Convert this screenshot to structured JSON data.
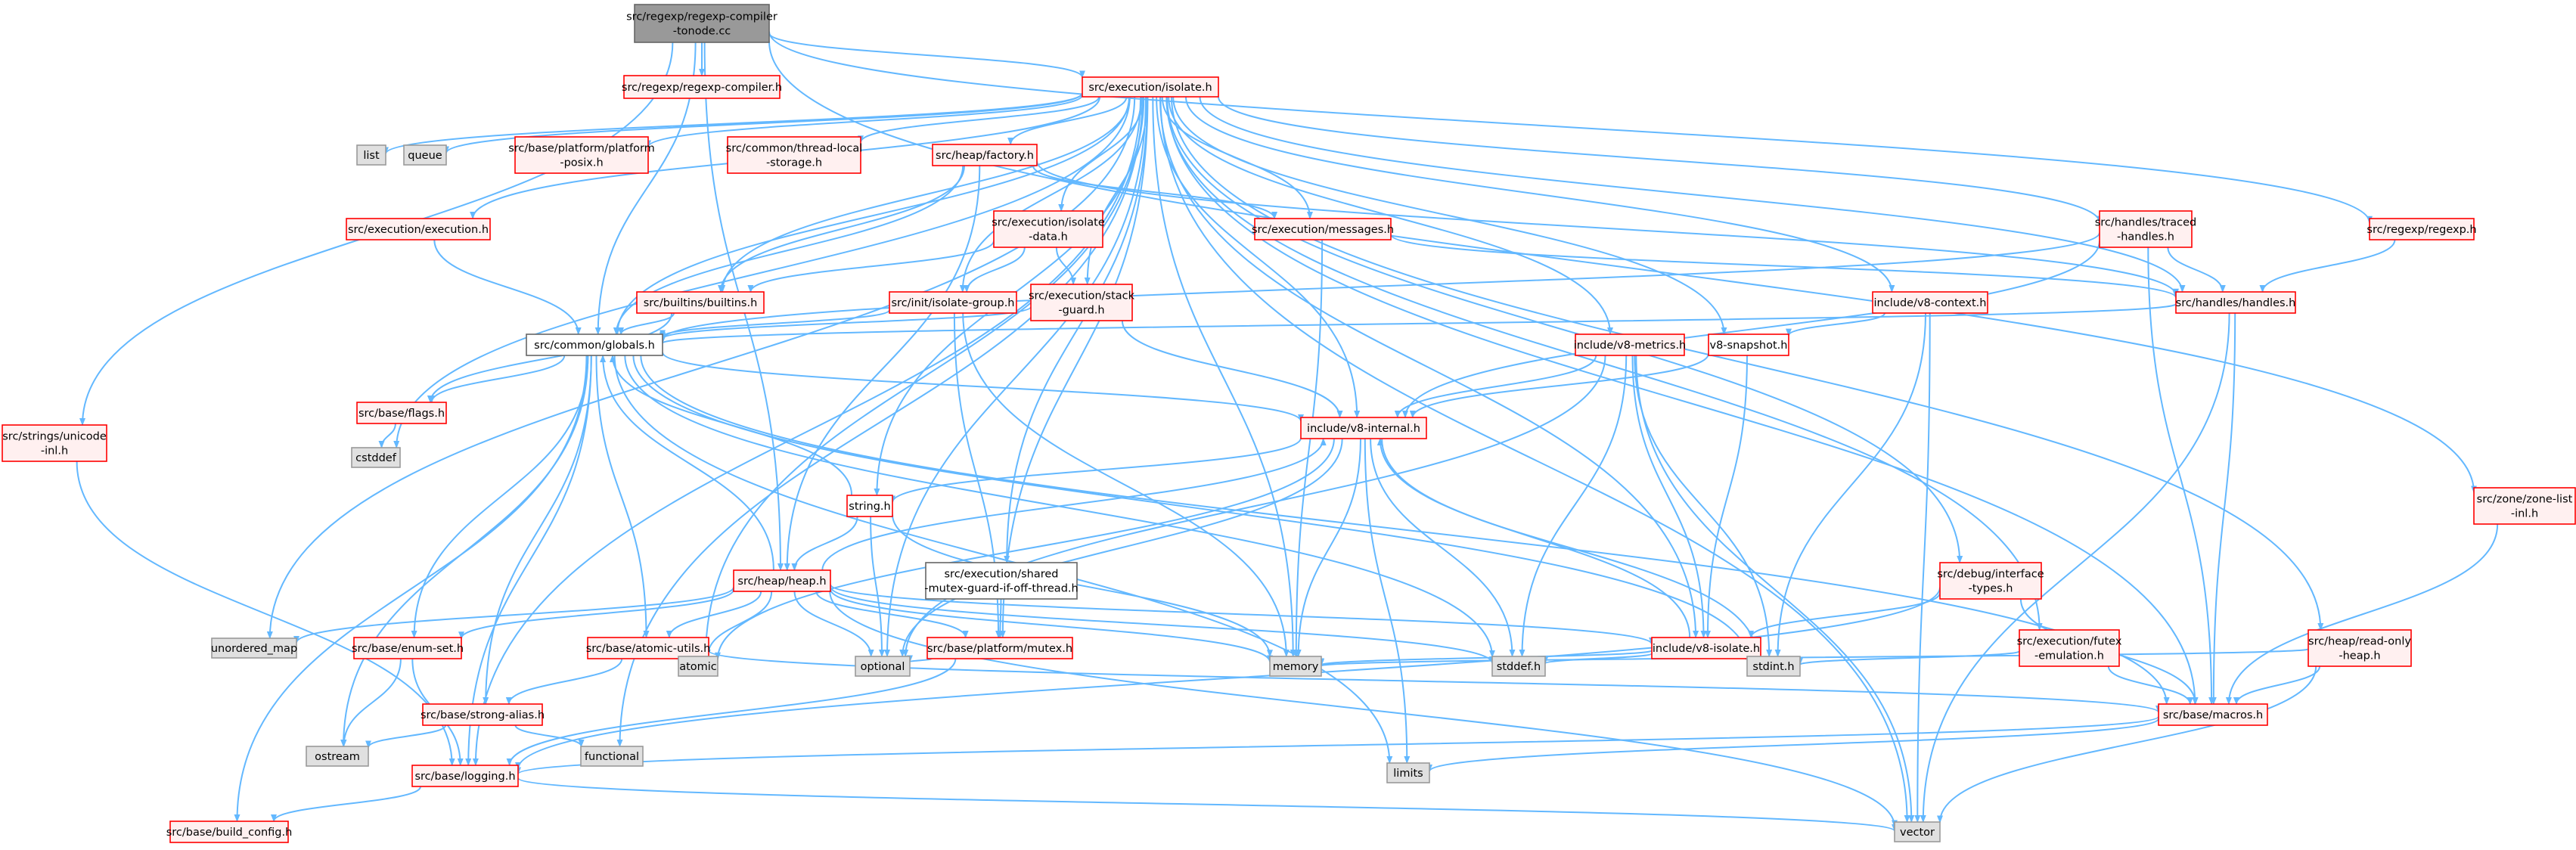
{
  "palette": {
    "edge": "#63b8ff",
    "root_fill": "#999999",
    "root_border": "#666666",
    "file_fill": "#fff0f0",
    "file_border": "#ff0000",
    "file_white_fill": "#ffffff",
    "file_white_border": "#ff0000",
    "plain_fill": "#ffffff",
    "plain_border": "#666666",
    "system_fill": "#e0e0e0",
    "system_border": "#999999"
  },
  "nodes": [
    {
      "id": "root",
      "kind": "root",
      "lines": [
        "src/regexp/regexp-compiler",
        "-tonode.cc"
      ]
    },
    {
      "id": "regexp_compiler_h",
      "kind": "file",
      "lines": [
        "src/regexp/regexp-compiler.h"
      ]
    },
    {
      "id": "isolate_h",
      "kind": "file",
      "lines": [
        "src/execution/isolate.h"
      ]
    },
    {
      "id": "strings_unicode",
      "kind": "file",
      "lines": [
        "src/strings/unicode",
        "-inl.h"
      ]
    },
    {
      "id": "list",
      "kind": "system",
      "lines": [
        "list"
      ]
    },
    {
      "id": "queue",
      "kind": "system",
      "lines": [
        "queue"
      ]
    },
    {
      "id": "platform_posix",
      "kind": "file",
      "lines": [
        "src/base/platform/platform",
        "-posix.h"
      ]
    },
    {
      "id": "thread_local",
      "kind": "file",
      "lines": [
        "src/common/thread-local",
        "-storage.h"
      ]
    },
    {
      "id": "heap_factory",
      "kind": "file",
      "lines": [
        "src/heap/factory.h"
      ]
    },
    {
      "id": "execution_h",
      "kind": "file",
      "lines": [
        "src/execution/execution.h"
      ]
    },
    {
      "id": "isolate_data",
      "kind": "file",
      "lines": [
        "src/execution/isolate",
        "-data.h"
      ]
    },
    {
      "id": "messages_h",
      "kind": "file",
      "lines": [
        "src/execution/messages.h"
      ]
    },
    {
      "id": "handles_traced",
      "kind": "file",
      "lines": [
        "src/handles/traced",
        "-handles.h"
      ]
    },
    {
      "id": "regexp_h",
      "kind": "file",
      "lines": [
        "src/regexp/regexp.h"
      ]
    },
    {
      "id": "builtins_h",
      "kind": "file",
      "lines": [
        "src/builtins/builtins.h"
      ]
    },
    {
      "id": "isolate_group",
      "kind": "file",
      "lines": [
        "src/init/isolate-group.h"
      ]
    },
    {
      "id": "stack_guard",
      "kind": "file",
      "lines": [
        "src/execution/stack",
        "-guard.h"
      ]
    },
    {
      "id": "v8_context",
      "kind": "file",
      "lines": [
        "include/v8-context.h"
      ]
    },
    {
      "id": "handles_h",
      "kind": "file",
      "lines": [
        "src/handles/handles.h"
      ]
    },
    {
      "id": "globals_h",
      "kind": "plain",
      "lines": [
        "src/common/globals.h"
      ]
    },
    {
      "id": "v8_metrics",
      "kind": "file",
      "lines": [
        "include/v8-metrics.h"
      ]
    },
    {
      "id": "v8_snapshot",
      "kind": "file_white",
      "lines": [
        "v8-snapshot.h"
      ]
    },
    {
      "id": "base_flags",
      "kind": "file",
      "lines": [
        "src/base/flags.h"
      ]
    },
    {
      "id": "v8_internal",
      "kind": "file",
      "lines": [
        "include/v8-internal.h"
      ]
    },
    {
      "id": "cstddef",
      "kind": "system",
      "lines": [
        "cstddef"
      ]
    },
    {
      "id": "string_h",
      "kind": "file_white",
      "lines": [
        "string.h"
      ]
    },
    {
      "id": "zone_list",
      "kind": "file",
      "lines": [
        "src/zone/zone-list",
        "-inl.h"
      ]
    },
    {
      "id": "debug_interface",
      "kind": "file",
      "lines": [
        "src/debug/interface",
        "-types.h"
      ]
    },
    {
      "id": "shared_mutex",
      "kind": "plain",
      "lines": [
        "src/execution/shared",
        "-mutex-guard-if-off-thread.h"
      ]
    },
    {
      "id": "heap_h",
      "kind": "file",
      "lines": [
        "src/heap/heap.h"
      ]
    },
    {
      "id": "unordered_map",
      "kind": "system",
      "lines": [
        "unordered_map"
      ]
    },
    {
      "id": "enum_set",
      "kind": "file",
      "lines": [
        "src/base/enum-set.h"
      ]
    },
    {
      "id": "atomic_utils",
      "kind": "file",
      "lines": [
        "src/base/atomic-utils.h"
      ]
    },
    {
      "id": "platform_mutex",
      "kind": "file",
      "lines": [
        "src/base/platform/mutex.h"
      ]
    },
    {
      "id": "v8_isolate",
      "kind": "file",
      "lines": [
        "include/v8-isolate.h"
      ]
    },
    {
      "id": "futex_emulation",
      "kind": "file",
      "lines": [
        "src/execution/futex",
        "-emulation.h"
      ]
    },
    {
      "id": "read_only_heap",
      "kind": "file",
      "lines": [
        "src/heap/read-only",
        "-heap.h"
      ]
    },
    {
      "id": "atomic",
      "kind": "system",
      "lines": [
        "atomic"
      ]
    },
    {
      "id": "optional",
      "kind": "system",
      "lines": [
        "optional"
      ]
    },
    {
      "id": "memory",
      "kind": "system",
      "lines": [
        "memory"
      ]
    },
    {
      "id": "stddef_h",
      "kind": "system",
      "lines": [
        "stddef.h"
      ]
    },
    {
      "id": "stdint_h",
      "kind": "system",
      "lines": [
        "stdint.h"
      ]
    },
    {
      "id": "base_macros",
      "kind": "file",
      "lines": [
        "src/base/macros.h"
      ]
    },
    {
      "id": "strong_alias",
      "kind": "file",
      "lines": [
        "src/base/strong-alias.h"
      ]
    },
    {
      "id": "ostream",
      "kind": "system",
      "lines": [
        "ostream"
      ]
    },
    {
      "id": "functional",
      "kind": "system",
      "lines": [
        "functional"
      ]
    },
    {
      "id": "limits",
      "kind": "system",
      "lines": [
        "limits"
      ]
    },
    {
      "id": "base_logging",
      "kind": "file",
      "lines": [
        "src/base/logging.h"
      ]
    },
    {
      "id": "build_config",
      "kind": "file",
      "lines": [
        "src/base/build_config.h"
      ]
    },
    {
      "id": "vector",
      "kind": "system",
      "lines": [
        "vector"
      ]
    }
  ],
  "edges": [
    [
      "root",
      "regexp_compiler_h"
    ],
    [
      "root",
      "isolate_h"
    ],
    [
      "root",
      "strings_unicode"
    ],
    [
      "root",
      "globals_h"
    ],
    [
      "root",
      "heap_h"
    ],
    [
      "root",
      "regexp_h"
    ],
    [
      "root",
      "zone_list"
    ],
    [
      "isolate_h",
      "list"
    ],
    [
      "isolate_h",
      "queue"
    ],
    [
      "isolate_h",
      "platform_posix"
    ],
    [
      "isolate_h",
      "thread_local"
    ],
    [
      "isolate_h",
      "heap_factory"
    ],
    [
      "isolate_h",
      "execution_h"
    ],
    [
      "isolate_h",
      "isolate_data"
    ],
    [
      "isolate_h",
      "messages_h"
    ],
    [
      "isolate_h",
      "handles_traced"
    ],
    [
      "isolate_h",
      "builtins_h"
    ],
    [
      "isolate_h",
      "isolate_group"
    ],
    [
      "isolate_h",
      "stack_guard"
    ],
    [
      "isolate_h",
      "v8_context"
    ],
    [
      "isolate_h",
      "handles_h"
    ],
    [
      "isolate_h",
      "globals_h"
    ],
    [
      "isolate_h",
      "v8_metrics"
    ],
    [
      "isolate_h",
      "v8_snapshot"
    ],
    [
      "isolate_h",
      "v8_internal"
    ],
    [
      "isolate_h",
      "cstddef"
    ],
    [
      "isolate_h",
      "unordered_map"
    ],
    [
      "isolate_h",
      "shared_mutex"
    ],
    [
      "isolate_h",
      "debug_interface"
    ],
    [
      "isolate_h",
      "futex_emulation"
    ],
    [
      "isolate_h",
      "read_only_heap"
    ],
    [
      "isolate_h",
      "v8_isolate"
    ],
    [
      "isolate_h",
      "atomic"
    ],
    [
      "isolate_h",
      "memory"
    ],
    [
      "isolate_h",
      "vector"
    ],
    [
      "isolate_h",
      "base_macros"
    ],
    [
      "isolate_h",
      "base_logging"
    ],
    [
      "isolate_h",
      "platform_mutex"
    ],
    [
      "isolate_h",
      "optional"
    ],
    [
      "isolate_h",
      "string_h"
    ],
    [
      "isolate_h",
      "functional"
    ],
    [
      "strings_unicode",
      "base_logging"
    ],
    [
      "heap_factory",
      "builtins_h"
    ],
    [
      "heap_factory",
      "globals_h"
    ],
    [
      "heap_factory",
      "heap_h"
    ],
    [
      "heap_factory",
      "messages_h"
    ],
    [
      "heap_factory",
      "handles_h"
    ],
    [
      "execution_h",
      "globals_h"
    ],
    [
      "isolate_data",
      "builtins_h"
    ],
    [
      "isolate_data",
      "isolate_group"
    ],
    [
      "isolate_data",
      "stack_guard"
    ],
    [
      "messages_h",
      "handles_h"
    ],
    [
      "messages_h",
      "memory"
    ],
    [
      "handles_traced",
      "globals_h"
    ],
    [
      "handles_traced",
      "handles_h"
    ],
    [
      "handles_traced",
      "v8_internal"
    ],
    [
      "handles_traced",
      "base_macros"
    ],
    [
      "regexp_h",
      "handles_h"
    ],
    [
      "builtins_h",
      "globals_h"
    ],
    [
      "builtins_h",
      "base_flags"
    ],
    [
      "isolate_group",
      "globals_h"
    ],
    [
      "isolate_group",
      "platform_mutex"
    ],
    [
      "isolate_group",
      "memory"
    ],
    [
      "stack_guard",
      "globals_h"
    ],
    [
      "stack_guard",
      "v8_internal"
    ],
    [
      "v8_context",
      "v8_snapshot"
    ],
    [
      "v8_context",
      "stdint_h"
    ],
    [
      "v8_context",
      "vector"
    ],
    [
      "handles_h",
      "globals_h"
    ],
    [
      "handles_h",
      "base_macros"
    ],
    [
      "handles_h",
      "vector"
    ],
    [
      "globals_h",
      "base_flags"
    ],
    [
      "globals_h",
      "v8_internal"
    ],
    [
      "globals_h",
      "atomic_utils"
    ],
    [
      "globals_h",
      "enum_set"
    ],
    [
      "globals_h",
      "strong_alias"
    ],
    [
      "globals_h",
      "base_logging"
    ],
    [
      "globals_h",
      "base_macros"
    ],
    [
      "globals_h",
      "ostream"
    ],
    [
      "globals_h",
      "limits"
    ],
    [
      "globals_h",
      "stddef_h"
    ],
    [
      "globals_h",
      "stdint_h"
    ],
    [
      "globals_h",
      "build_config"
    ],
    [
      "v8_metrics",
      "v8_internal"
    ],
    [
      "v8_metrics",
      "v8_isolate"
    ],
    [
      "v8_metrics",
      "stddef_h"
    ],
    [
      "v8_metrics",
      "stdint_h"
    ],
    [
      "v8_metrics",
      "vector"
    ],
    [
      "v8_metrics",
      "optional"
    ],
    [
      "v8_snapshot",
      "v8_internal"
    ],
    [
      "v8_snapshot",
      "v8_isolate"
    ],
    [
      "base_flags",
      "cstddef"
    ],
    [
      "v8_internal",
      "string_h"
    ],
    [
      "v8_internal",
      "atomic"
    ],
    [
      "v8_internal",
      "optional"
    ],
    [
      "v8_internal",
      "memory"
    ],
    [
      "v8_internal",
      "stddef_h"
    ],
    [
      "v8_internal",
      "stdint_h"
    ],
    [
      "v8_internal",
      "limits"
    ],
    [
      "string_h",
      "globals_h"
    ],
    [
      "string_h",
      "heap_h"
    ],
    [
      "string_h",
      "optional"
    ],
    [
      "string_h",
      "memory"
    ],
    [
      "zone_list",
      "base_macros"
    ],
    [
      "debug_interface",
      "v8_isolate"
    ],
    [
      "debug_interface",
      "base_macros"
    ],
    [
      "debug_interface",
      "base_logging"
    ],
    [
      "shared_mutex",
      "platform_mutex"
    ],
    [
      "heap_h",
      "globals_h"
    ],
    [
      "heap_h",
      "v8_internal"
    ],
    [
      "heap_h",
      "unordered_map"
    ],
    [
      "heap_h",
      "enum_set"
    ],
    [
      "heap_h",
      "atomic_utils"
    ],
    [
      "heap_h",
      "platform_mutex"
    ],
    [
      "heap_h",
      "v8_isolate"
    ],
    [
      "heap_h",
      "atomic"
    ],
    [
      "heap_h",
      "optional"
    ],
    [
      "heap_h",
      "memory"
    ],
    [
      "heap_h",
      "vector"
    ],
    [
      "heap_h",
      "stddef_h"
    ],
    [
      "enum_set",
      "base_logging"
    ],
    [
      "enum_set",
      "ostream"
    ],
    [
      "atomic_utils",
      "atomic"
    ],
    [
      "atomic_utils",
      "base_macros"
    ],
    [
      "atomic_utils",
      "strong_alias"
    ],
    [
      "platform_mutex",
      "base_logging"
    ],
    [
      "platform_mutex",
      "optional"
    ],
    [
      "v8_isolate",
      "v8_internal"
    ],
    [
      "v8_isolate",
      "memory"
    ],
    [
      "v8_isolate",
      "stddef_h"
    ],
    [
      "v8_isolate",
      "stdint_h"
    ],
    [
      "futex_emulation",
      "base_macros"
    ],
    [
      "futex_emulation",
      "stdint_h"
    ],
    [
      "read_only_heap",
      "base_macros"
    ],
    [
      "read_only_heap",
      "memory"
    ],
    [
      "read_only_heap",
      "vector"
    ],
    [
      "base_macros",
      "base_logging"
    ],
    [
      "base_macros",
      "limits"
    ],
    [
      "strong_alias",
      "ostream"
    ],
    [
      "strong_alias",
      "functional"
    ],
    [
      "base_logging",
      "build_config"
    ],
    [
      "base_logging",
      "vector"
    ]
  ]
}
